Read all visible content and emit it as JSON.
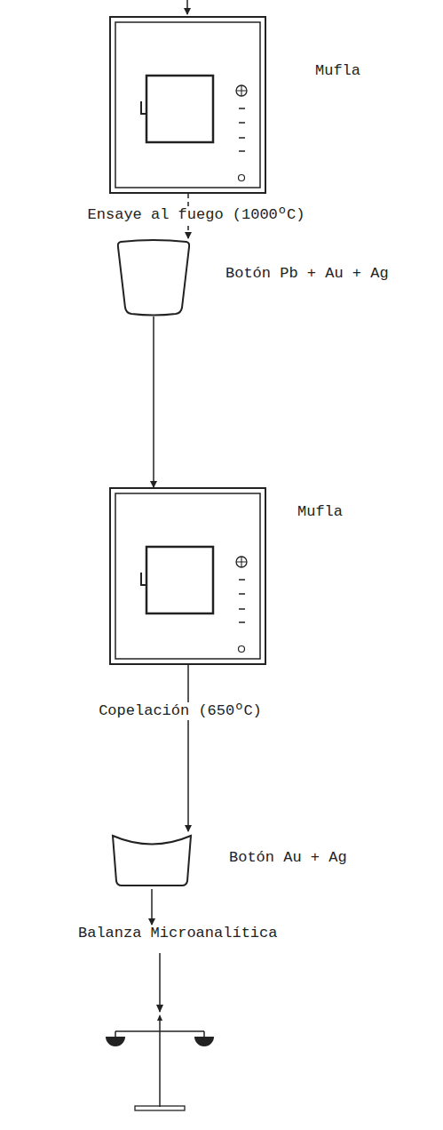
{
  "diagram": {
    "nodes": [
      {
        "text": [
          "Mufla"
        ]
      },
      {
        "text": [
          "Botón Pb + Au + Ag"
        ]
      },
      {
        "text": [
          "Mufla"
        ]
      },
      {
        "text": [
          "Botón Au + Ag"
        ]
      },
      {
        "text": [
          "Balanza Microanalítica"
        ]
      }
    ],
    "edges": [
      {
        "from": 0,
        "to": 1,
        "arrow": "to",
        "label": "Ensaye al fuego (1000ºC)"
      },
      {
        "from": 1,
        "to": 2,
        "arrow": "to"
      },
      {
        "from": 2,
        "to": 3,
        "arrow": "to",
        "label": "Copelación (650ºC)"
      },
      {
        "from": 3,
        "to": 4,
        "arrow": "to"
      }
    ]
  }
}
